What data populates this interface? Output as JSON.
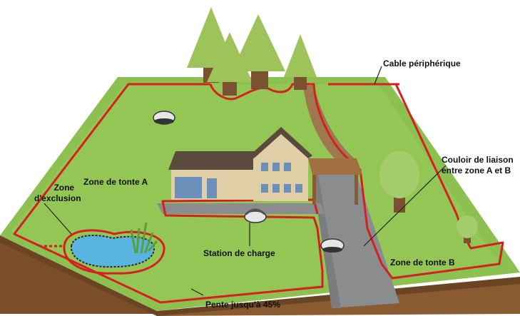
{
  "labels": {
    "cable": "Cable périphérique",
    "zone_a": "Zone de tonte A",
    "exclusion_line1": "Zone",
    "exclusion_line2": "d'exclusion",
    "couloir_line1": "Couloir de liaison",
    "couloir_line2": "entre zone A et B",
    "station": "Station de charge",
    "zone_b": "Zone de tonte B",
    "pente": "Pente jusqu'à 45%"
  },
  "colors": {
    "grass": "#8cc050",
    "grass_light": "#a4d064",
    "soil": "#8a5a30",
    "soil_dark": "#6b4424",
    "wire": "#d42020",
    "path": "#8a8c8e",
    "path_dark": "#6e7072",
    "tree": "#9cc45a",
    "trunk": "#7a5230",
    "water": "#5ab4e0",
    "roof": "#5a4a3c",
    "wall": "#e0cfa6",
    "window": "#6b8fb8"
  }
}
